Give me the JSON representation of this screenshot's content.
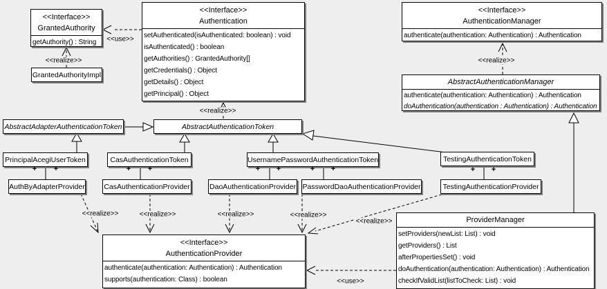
{
  "colors": {
    "background": "#eeeeee",
    "box_fill": "#ffffff",
    "line": "#000000",
    "shadow": "#808080"
  },
  "connector_labels": {
    "use": "<<use>>",
    "realize": "<<realize>>",
    "plus": "+"
  },
  "classes": {
    "granted_authority": {
      "stereotype": "<<Interface>>",
      "name": "GrantedAuthority",
      "methods": [
        "getAuthority() : String"
      ]
    },
    "granted_authority_impl": {
      "name": "GrantedAuthorityImpl"
    },
    "authentication": {
      "stereotype": "<<Interface>>",
      "name": "Authentication",
      "methods": [
        "setAuthenticated(isAuthenticated: boolean) : void",
        "isAuthenticated() : boolean",
        "getAuthorities() : GrantedAuthority[]",
        "getCredentials() : Object",
        "getDetails() : Object",
        "getPrincipal() : Object"
      ]
    },
    "authentication_manager": {
      "stereotype": "<<Interface>>",
      "name": "AuthenticationManager",
      "methods": [
        "authenticate(authentication: Authentication) : Authentication"
      ]
    },
    "abstract_authentication_manager": {
      "name": "AbstractAuthenticationManager",
      "methods": [
        "authenticate(authentication: Authentication) : Authentication",
        "doAuthentication(authentication : Authentication) : Authentication"
      ]
    },
    "abstract_adapter_authentication_token": {
      "name": "AbstractAdapterAuthenticationToken"
    },
    "abstract_authentication_token": {
      "name": "AbstractAuthenticationToken"
    },
    "principal_acegi_user_token": {
      "name": "PrincipalAcegiUserToken"
    },
    "cas_authentication_token": {
      "name": "CasAuthenticationToken"
    },
    "username_password_authentication_token": {
      "name": "UsernamePasswordAuthenticationToken"
    },
    "testing_authentication_token": {
      "name": "TestingAuthenticationToken"
    },
    "auth_by_adapter_provider": {
      "name": "AuthByAdapterProvider"
    },
    "cas_authentication_provider": {
      "name": "CasAuthenticationProvider"
    },
    "dao_authentication_provider": {
      "name": "DaoAuthenticationProvider"
    },
    "password_dao_authentication_provider": {
      "name": "PasswordDaoAuthenticationProvider"
    },
    "testing_authentication_provider": {
      "name": "TestingAuthenticationProvider"
    },
    "authentication_provider": {
      "stereotype": "<<Interface>>",
      "name": "AuthenticationProvider",
      "methods": [
        "authenticate(authentication: Authentication) : Authentication",
        "supports(authentication: Class) : boolean"
      ]
    },
    "provider_manager": {
      "name": "ProviderManager",
      "methods": [
        "setProviders(newList: List) : void",
        "getProviders() : List",
        "afterPropertiesSet() : void",
        "doAuthentication(authentication: Authentication) : Authentication",
        "checkIfValidList(listToCheck: List) : void"
      ]
    }
  }
}
